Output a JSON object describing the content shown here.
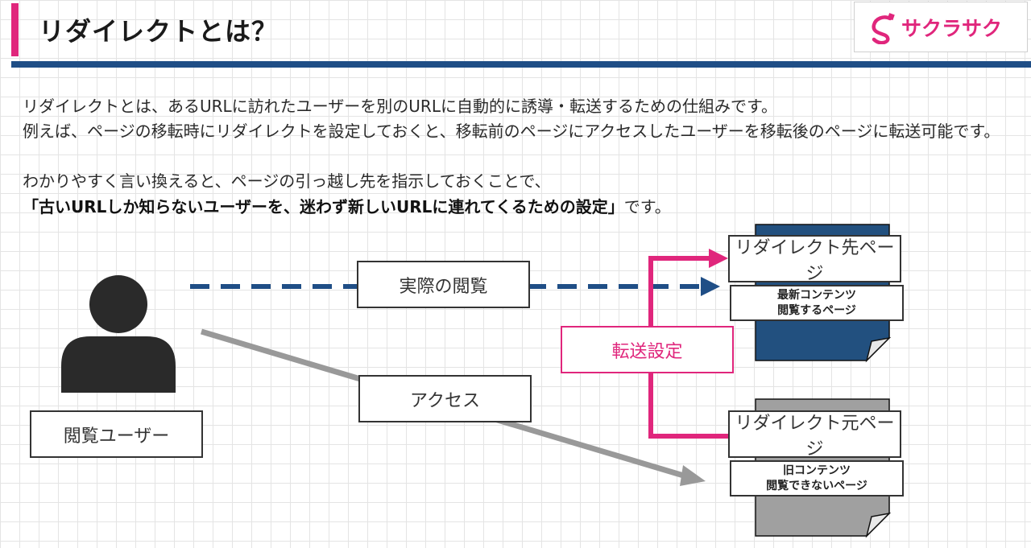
{
  "header": {
    "title": "リダイレクトとは？",
    "logo_text": "サクラサク",
    "accent_color": "#e0267c",
    "rule_color": "#1f4e86"
  },
  "intro": {
    "line1": "リダイレクトとは、あるURLに訪れたユーザーを別のURLに自動的に誘導・転送するための仕組みです。",
    "line2": "例えば、ページの移転時にリダイレクトを設定しておくと、移転前のページにアクセスしたユーザーを移転後のページに転送可能です。",
    "line3": "わかりやすく言い換えると、ページの引っ越し先を指示しておくことで、",
    "line4_bold": "「古いURLしか知らないユーザーを、迷わず新しいURLに連れてくるための設定」",
    "line4_rest": "です。"
  },
  "diagram": {
    "user_label": "閲覧ユーザー",
    "actual_view_label": "実際の閲覧",
    "access_label": "アクセス",
    "transfer_label": "転送設定",
    "new_page_label": "リダイレクト先ページ",
    "new_page_note": "最新コンテンツ\n閲覧するページ",
    "old_page_label": "リダイレクト元ページ",
    "old_page_note": "旧コンテンツ\n閲覧できないページ",
    "colors": {
      "dashed_arrow": "#1f4e86",
      "access_arrow": "#999999",
      "transfer": "#e0267c",
      "new_doc": "#22507f",
      "old_doc": "#a0a0a0",
      "user_icon": "#2a2a2a"
    }
  }
}
